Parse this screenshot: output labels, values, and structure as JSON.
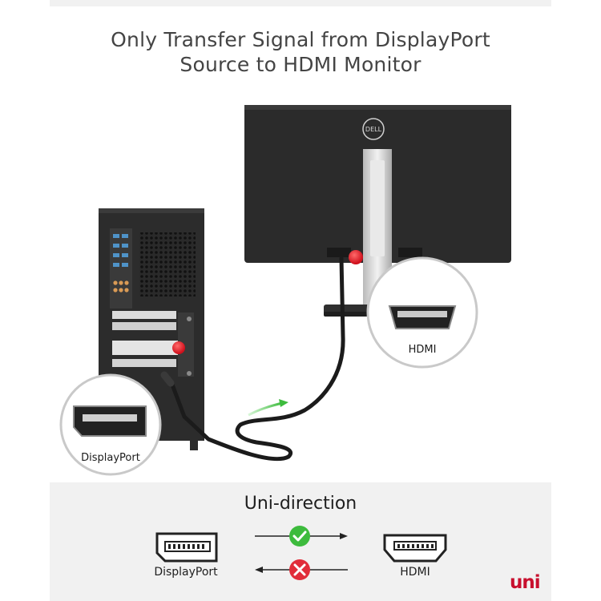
{
  "headline": {
    "line1": "Only Transfer Signal from DisplayPort",
    "line2": "Source to HDMI Monitor"
  },
  "monitor": {
    "brand_logo": "DELL"
  },
  "callouts": {
    "monitor_port": "HDMI",
    "pc_port": "DisplayPort"
  },
  "direction_panel": {
    "title": "Uni-direction",
    "source_label": "DisplayPort",
    "target_label": "HDMI",
    "forward_icon": "check-circle-icon",
    "reverse_icon": "x-circle-icon",
    "colors": {
      "check": "#3dbb3d",
      "cross": "#e12d3a"
    }
  },
  "brand": {
    "logo_text": "uni"
  },
  "colors": {
    "accent_green": "#3dbb3d",
    "port_marker_red": "#e3202c",
    "brand_red": "#c8102e"
  }
}
